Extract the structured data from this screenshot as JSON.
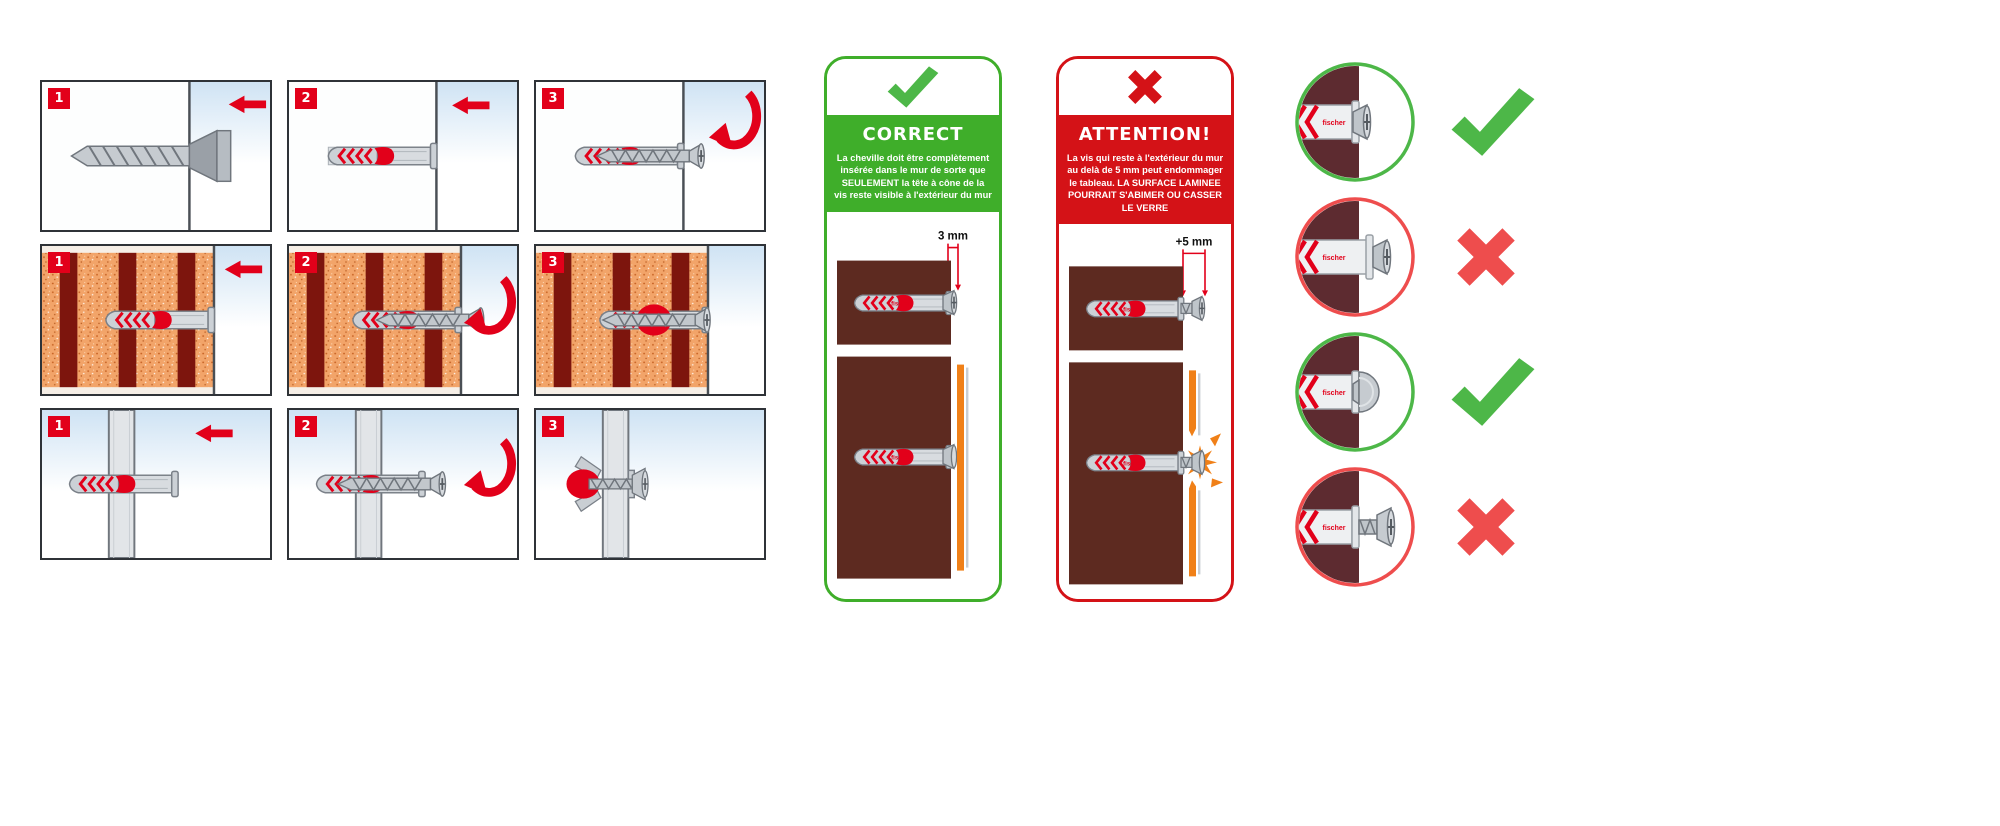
{
  "colors": {
    "red": "#e2001a",
    "green": "#3fae2a",
    "attention_red": "#d41217",
    "check_green": "#4db748",
    "cross_red": "#ee4d4d",
    "wall_brown": "#5d2a20",
    "circle_wall": "#5d2b30",
    "frame_orange": "#f08018",
    "brick_orange": "#f2a469",
    "brick_stripe": "#7d150d"
  },
  "steps": {
    "row1": [
      "1",
      "2",
      "3"
    ],
    "row2": [
      "1",
      "2",
      "3"
    ],
    "row3": [
      "1",
      "2",
      "3"
    ]
  },
  "correct_panel": {
    "title": "CORRECT",
    "body": "La cheville doit être complètement insérée dans le mur de sorte que SEULEMENT la tête à cône de la vis reste visible à l'extérieur du mur",
    "measure_label": "3 mm"
  },
  "attention_panel": {
    "title": "ATTENTION!",
    "body": "La vis qui reste à l'extérieur du mur au delà de 5 mm peut endommager le tableau. LA SURFACE LAMINEE POURRAIT S'ABIMER OU CASSER LE VERRE",
    "measure_label": "+5 mm"
  },
  "brand": {
    "plug_label": "fischer"
  },
  "result_circles": [
    {
      "result": "correct"
    },
    {
      "result": "incorrect"
    },
    {
      "result": "correct"
    },
    {
      "result": "incorrect"
    }
  ]
}
